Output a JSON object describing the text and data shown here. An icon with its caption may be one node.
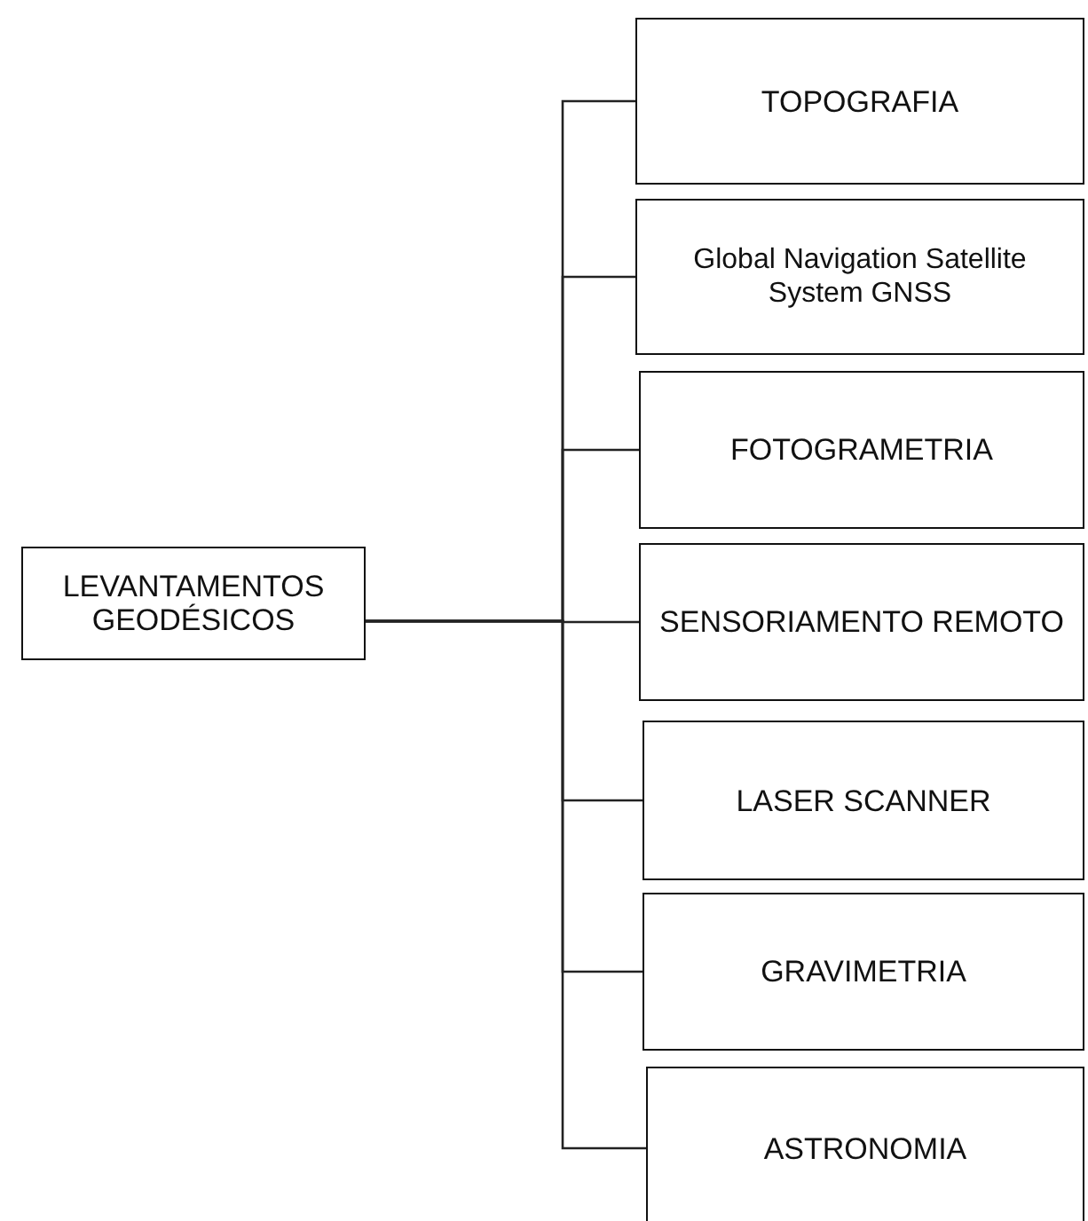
{
  "diagram": {
    "nodes": [
      {
        "text": [
          "LEVANTAMENTOS GEODÉSICOS"
        ]
      },
      {
        "text": [
          "TOPOGRAFIA"
        ]
      },
      {
        "text": [
          "Global Navigation Satellite System GNSS"
        ]
      },
      {
        "text": [
          "FOTOGRAMETRIA"
        ]
      },
      {
        "text": [
          "SENSORIAMENTO REMOTO"
        ]
      },
      {
        "text": [
          "LASER SCANNER"
        ]
      },
      {
        "text": [
          "GRAVIMETRIA"
        ]
      },
      {
        "text": [
          "ASTRONOMIA"
        ]
      }
    ],
    "edges": [
      {
        "from": 0,
        "to": 1,
        "arrow": "none"
      },
      {
        "from": 0,
        "to": 2,
        "arrow": "none"
      },
      {
        "from": 0,
        "to": 3,
        "arrow": "none"
      },
      {
        "from": 0,
        "to": 4,
        "arrow": "none"
      },
      {
        "from": 0,
        "to": 5,
        "arrow": "none"
      },
      {
        "from": 0,
        "to": 6,
        "arrow": "none"
      },
      {
        "from": 0,
        "to": 7,
        "arrow": "none"
      }
    ]
  }
}
